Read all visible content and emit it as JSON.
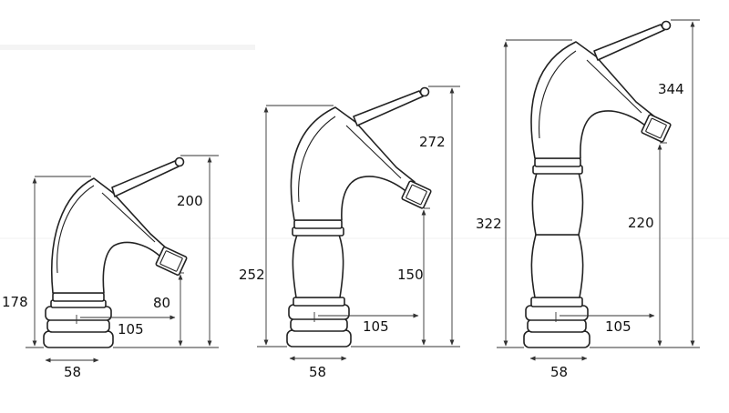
{
  "colors": {
    "line": "#222222",
    "background": "#ffffff",
    "watermark": "#e3e3e3"
  },
  "faucets": [
    {
      "id": "small",
      "dimensions": {
        "total_height": "200",
        "body_height": "178",
        "spout_height": "80",
        "reach": "105",
        "base_width": "58"
      }
    },
    {
      "id": "medium",
      "dimensions": {
        "total_height": "272",
        "body_height": "252",
        "spout_height": "150",
        "reach": "105",
        "base_width": "58"
      }
    },
    {
      "id": "large",
      "dimensions": {
        "total_height": "344",
        "body_height": "322",
        "spout_height": "220",
        "reach": "105",
        "base_width": "58"
      }
    }
  ]
}
